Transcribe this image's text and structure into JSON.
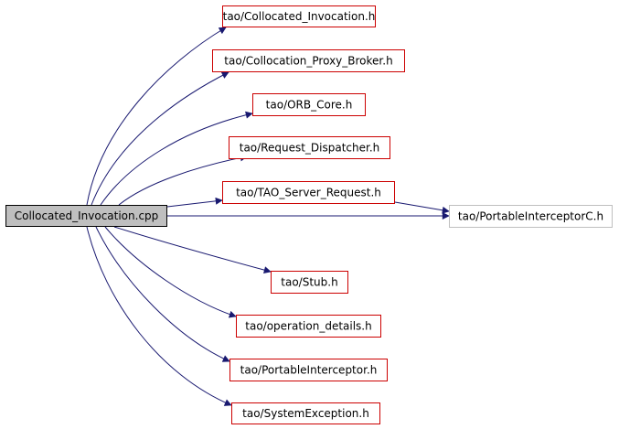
{
  "source": {
    "label": "Collocated_Invocation.cpp",
    "fill": "#bfbfbf",
    "border": "#000000"
  },
  "nodes": [
    {
      "id": "collocated_invocation_h",
      "label": "tao/Collocated_Invocation.h",
      "border": "#cc0000"
    },
    {
      "id": "collocation_proxy_broker_h",
      "label": "tao/Collocation_Proxy_Broker.h",
      "border": "#cc0000"
    },
    {
      "id": "orb_core_h",
      "label": "tao/ORB_Core.h",
      "border": "#cc0000"
    },
    {
      "id": "request_dispatcher_h",
      "label": "tao/Request_Dispatcher.h",
      "border": "#cc0000"
    },
    {
      "id": "tao_server_request_h",
      "label": "tao/TAO_Server_Request.h",
      "border": "#cc0000"
    },
    {
      "id": "portable_interceptor_c_h",
      "label": "tao/PortableInterceptorC.h",
      "border": "#bfbfbf"
    },
    {
      "id": "stub_h",
      "label": "tao/Stub.h",
      "border": "#cc0000"
    },
    {
      "id": "operation_details_h",
      "label": "tao/operation_details.h",
      "border": "#cc0000"
    },
    {
      "id": "portable_interceptor_h",
      "label": "tao/PortableInterceptor.h",
      "border": "#cc0000"
    },
    {
      "id": "system_exception_h",
      "label": "tao/SystemException.h",
      "border": "#cc0000"
    }
  ],
  "edge_color": "#191970"
}
